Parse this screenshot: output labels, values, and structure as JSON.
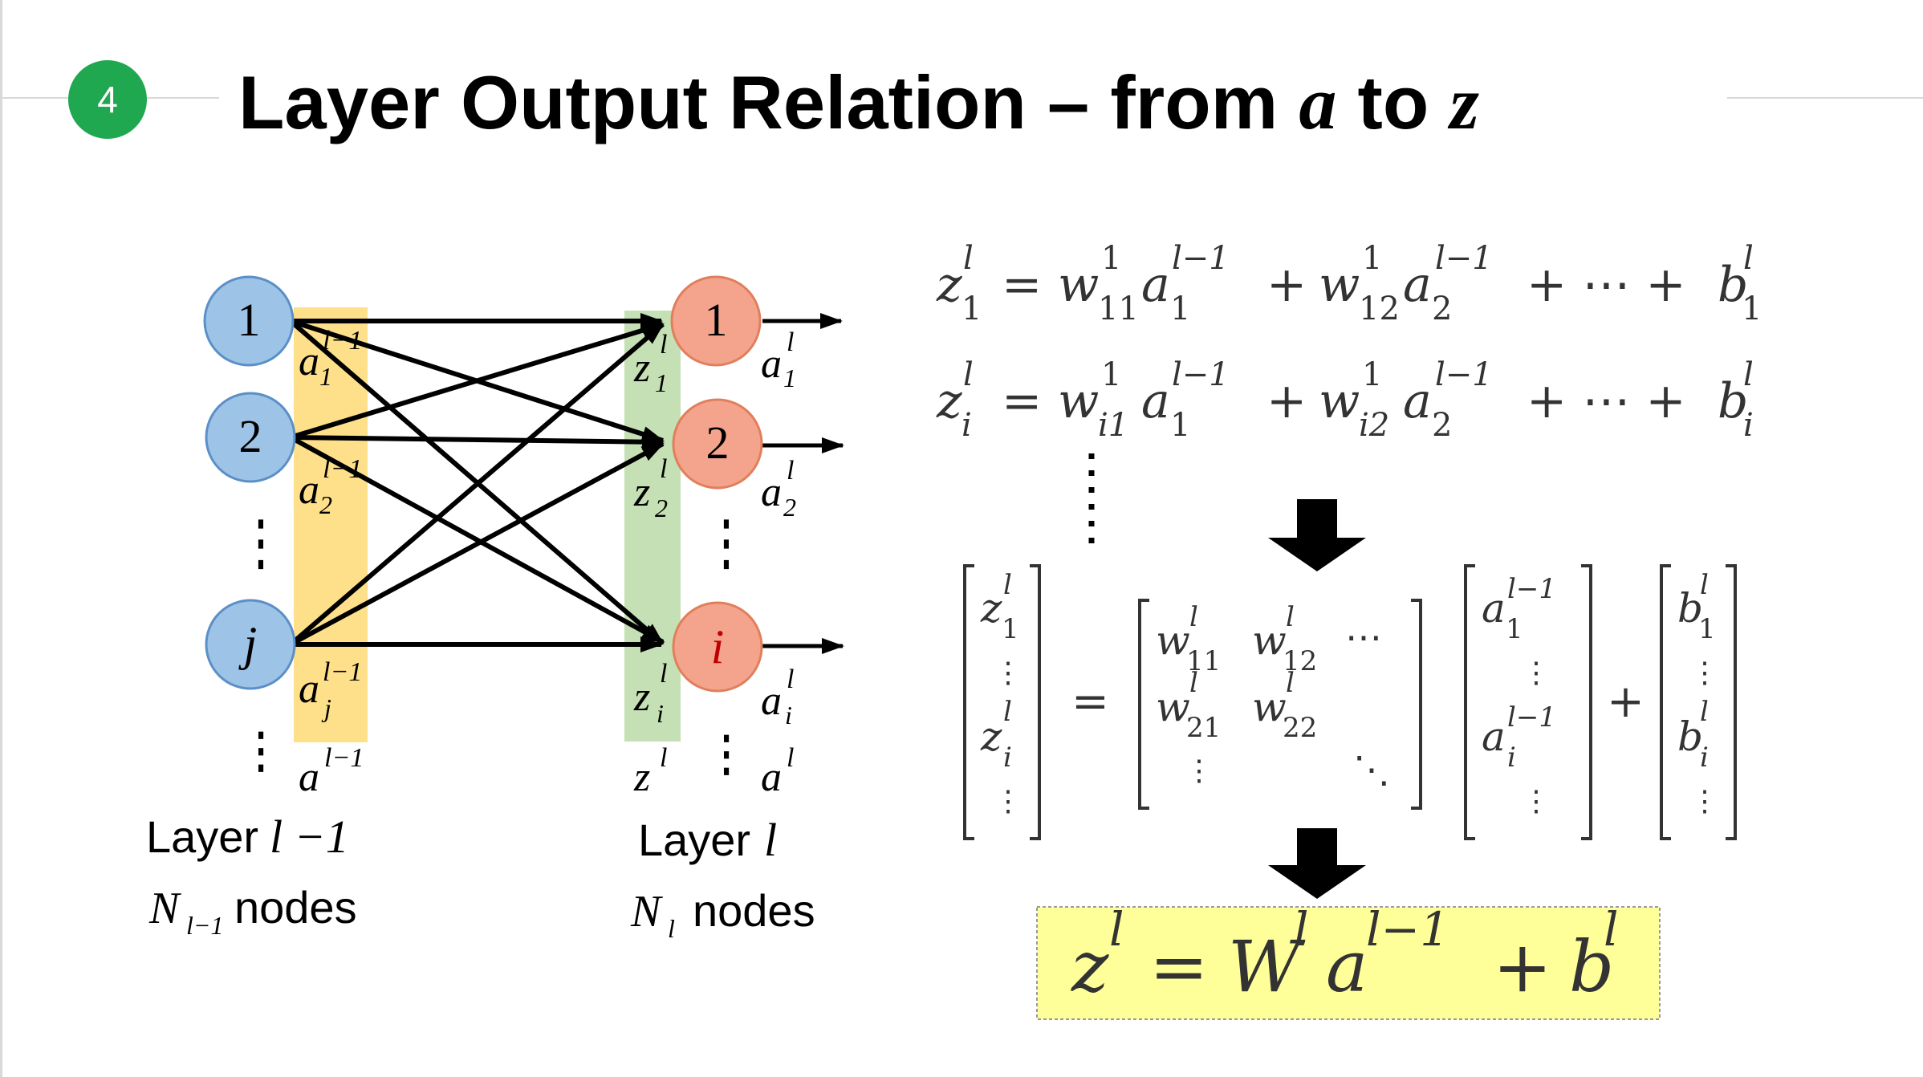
{
  "slide": {
    "badge_number": "4",
    "title_prefix": "Layer Output Relation – from",
    "title_var_a": "a",
    "title_to": "to",
    "title_var_z": "z",
    "colors": {
      "badge": "#1fa84f",
      "left_node_fill": "#9dc3e6",
      "left_node_stroke": "#5b8fc7",
      "right_node_fill": "#f4a48c",
      "right_node_stroke": "#e07f5c",
      "left_band": "#ffe08a",
      "right_band": "#c5e0b4",
      "result_box": "#ffff99"
    }
  },
  "network": {
    "left_nodes": [
      "1",
      "2",
      "j"
    ],
    "right_nodes": [
      "1",
      "2",
      "i"
    ],
    "left_layer_label": "Layer",
    "left_layer_math": "l −1",
    "left_nodes_label": "nodes",
    "left_nodes_math": "N",
    "left_nodes_sub": "l−1",
    "right_layer_label": "Layer",
    "right_layer_math": "l",
    "right_nodes_label": "nodes",
    "right_nodes_math": "N",
    "right_nodes_sub": "l",
    "a_letter": "a",
    "z_letter": "z",
    "sup_lm1": "l−1",
    "sup_l": "l",
    "sub_1": "1",
    "sub_2": "2",
    "sub_j": "j",
    "sub_i": "i",
    "vdots": "⋮"
  },
  "equations": {
    "eq1": [
      "z",
      "l",
      "1",
      "=",
      "w",
      "1",
      "11",
      "a",
      "l−1",
      "1",
      "+",
      "w",
      "1",
      "12",
      "a",
      "l−1",
      "2",
      "+ ⋯ +",
      "b",
      "l",
      "1"
    ],
    "eq2": [
      "z",
      "l",
      "i",
      "=",
      "w",
      "1",
      "i1",
      "a",
      "l−1",
      "1",
      "+",
      "w",
      "1",
      "i2",
      "a",
      "l−1",
      "2",
      "+ ⋯ +",
      "b",
      "l",
      "i"
    ],
    "equals": "=",
    "plus": "+",
    "cdots": "⋯",
    "ddots": "⋱",
    "w11": "11",
    "w12": "12",
    "w21": "21",
    "w22": "22",
    "final": {
      "z": "z",
      "l": "l",
      "eq": "=",
      "W": "W",
      "a": "a",
      "lm1": "l−1",
      "plus": "+",
      "b": "b"
    }
  }
}
